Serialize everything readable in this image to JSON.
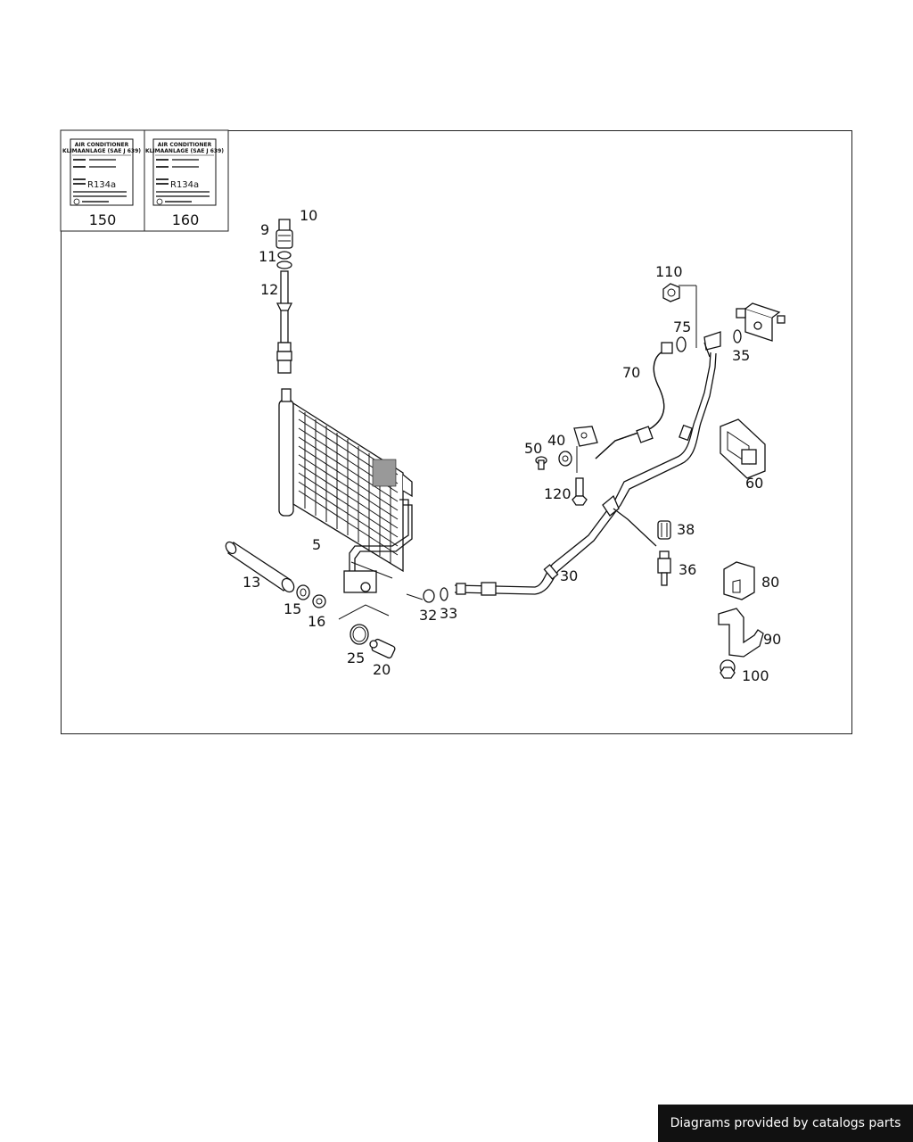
{
  "stickers": [
    {
      "ref": "150",
      "title_line1": "AIR CONDITIONER",
      "title_line2": "KLIMAANLAGE (SAE J 639)",
      "refrigerant": "R134a"
    },
    {
      "ref": "160",
      "title_line1": "AIR CONDITIONER",
      "title_line2": "KLIMAANLAGE (SAE J 639)",
      "refrigerant": "R134a"
    }
  ],
  "callouts": [
    "10",
    "9",
    "11",
    "12",
    "5",
    "13",
    "15",
    "16",
    "25",
    "20",
    "32",
    "33",
    "30",
    "110",
    "75",
    "35",
    "70",
    "50",
    "40",
    "120",
    "60",
    "38",
    "36",
    "80",
    "90",
    "100"
  ],
  "footer": {
    "credit": "Diagrams provided by catalogs parts"
  }
}
